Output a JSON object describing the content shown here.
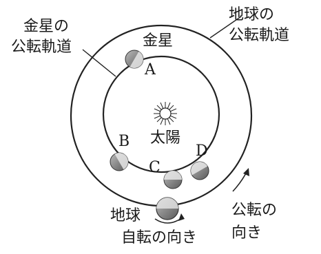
{
  "labels": {
    "venus_orbit_line1": "金星の",
    "venus_orbit_line2": "公転軌道",
    "earth_orbit_line1": "地球の",
    "earth_orbit_line2": "公転軌道",
    "venus": "金星",
    "sun": "太陽",
    "earth": "地球",
    "rotation_direction": "自転の向き",
    "revolution_line1": "公転の",
    "revolution_line2": "向き",
    "pos_a": "A",
    "pos_b": "B",
    "pos_c": "C",
    "pos_d": "D"
  },
  "colors": {
    "line": "#222222",
    "planet_light": "#cfcfcf",
    "planet_dark": "#6f6f6f"
  }
}
